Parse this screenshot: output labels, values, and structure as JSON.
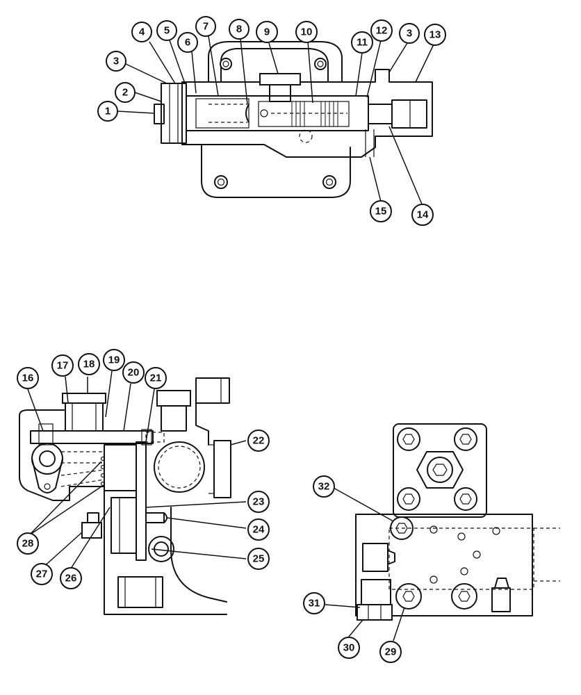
{
  "figure": {
    "views": [
      {
        "id": "top-view",
        "callouts": [
          "1",
          "2",
          "3",
          "4",
          "5",
          "6",
          "7",
          "8",
          "9",
          "10",
          "11",
          "12",
          "3",
          "13",
          "14",
          "15"
        ]
      },
      {
        "id": "side-view",
        "callouts": [
          "16",
          "17",
          "18",
          "19",
          "20",
          "21",
          "22",
          "23",
          "24",
          "25",
          "26",
          "27",
          "28"
        ]
      },
      {
        "id": "end-view",
        "callouts": [
          "29",
          "30",
          "31",
          "32"
        ]
      }
    ]
  },
  "callouts": [
    {
      "label": "1"
    },
    {
      "label": "2"
    },
    {
      "label": "3"
    },
    {
      "label": "4"
    },
    {
      "label": "5"
    },
    {
      "label": "6"
    },
    {
      "label": "7"
    },
    {
      "label": "8"
    },
    {
      "label": "9"
    },
    {
      "label": "10"
    },
    {
      "label": "11"
    },
    {
      "label": "12"
    },
    {
      "label": "3"
    },
    {
      "label": "13"
    },
    {
      "label": "14"
    },
    {
      "label": "15"
    },
    {
      "label": "16"
    },
    {
      "label": "17"
    },
    {
      "label": "18"
    },
    {
      "label": "19"
    },
    {
      "label": "20"
    },
    {
      "label": "21"
    },
    {
      "label": "22"
    },
    {
      "label": "23"
    },
    {
      "label": "24"
    },
    {
      "label": "25"
    },
    {
      "label": "26"
    },
    {
      "label": "27"
    },
    {
      "label": "28"
    },
    {
      "label": "29"
    },
    {
      "label": "30"
    },
    {
      "label": "31"
    },
    {
      "label": "32"
    }
  ]
}
